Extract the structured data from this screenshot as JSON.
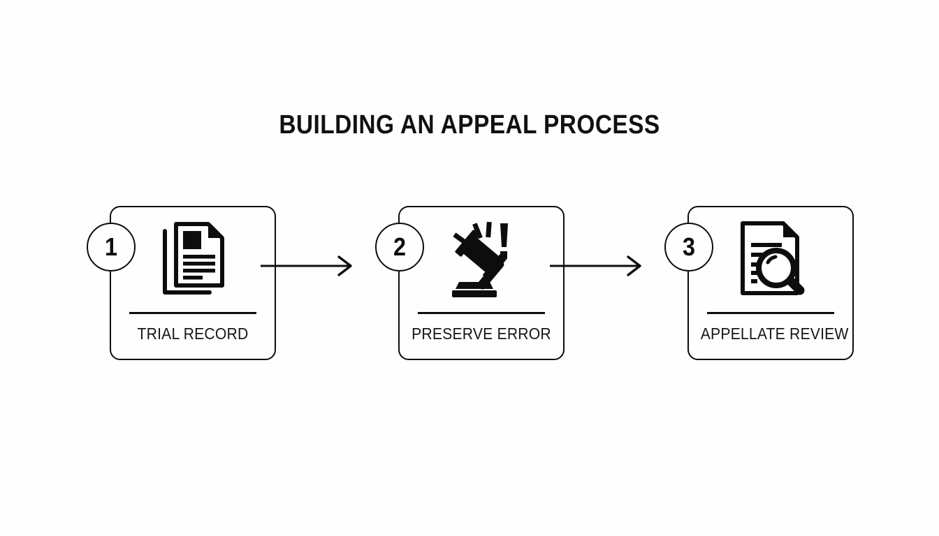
{
  "title": "BUILDING AN APPEAL PROCESS",
  "colors": {
    "background": "#fefefe",
    "stroke": "#0d0d0d",
    "text": "#111111"
  },
  "steps": [
    {
      "number": "1",
      "label": "TRIAL RECORD",
      "icon": "documents-stack-icon"
    },
    {
      "number": "2",
      "label": "PRESERVE ERROR",
      "icon": "gavel-alert-icon"
    },
    {
      "number": "3",
      "label": "APPELLATE REVIEW",
      "icon": "document-magnifier-icon"
    }
  ],
  "connectors": [
    {
      "name": "arrow-step1-to-step2"
    },
    {
      "name": "arrow-step2-to-step3"
    }
  ]
}
